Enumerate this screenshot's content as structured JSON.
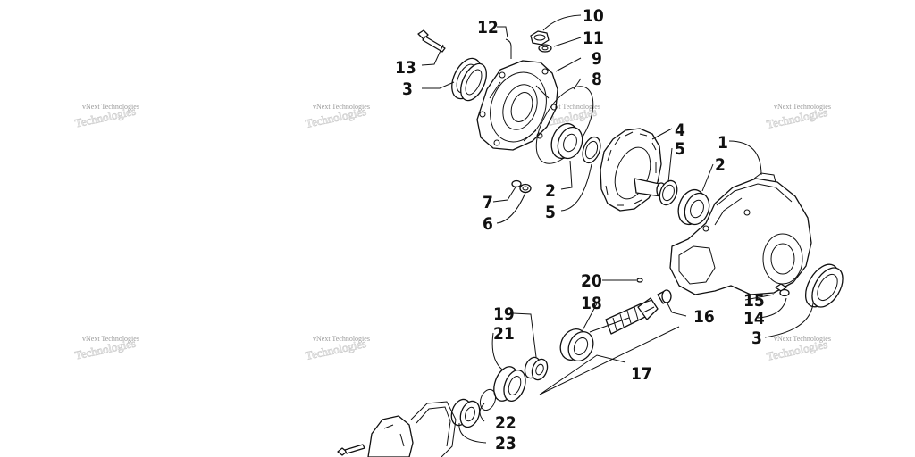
{
  "watermark": "vNext Technologies",
  "callouts": [
    {
      "label": "1"
    },
    {
      "label": "2"
    },
    {
      "label": "2"
    },
    {
      "label": "3"
    },
    {
      "label": "3"
    },
    {
      "label": "4"
    },
    {
      "label": "5"
    },
    {
      "label": "5"
    },
    {
      "label": "6"
    },
    {
      "label": "7"
    },
    {
      "label": "8"
    },
    {
      "label": "9"
    },
    {
      "label": "10"
    },
    {
      "label": "11"
    },
    {
      "label": "12"
    },
    {
      "label": "13"
    },
    {
      "label": "14"
    },
    {
      "label": "15"
    },
    {
      "label": "16"
    },
    {
      "label": "17"
    },
    {
      "label": "18"
    },
    {
      "label": "19"
    },
    {
      "label": "20"
    },
    {
      "label": "21"
    },
    {
      "label": "22"
    },
    {
      "label": "23"
    }
  ],
  "colors": {
    "ink": "#111111",
    "watermark": "#9a9a9a"
  }
}
